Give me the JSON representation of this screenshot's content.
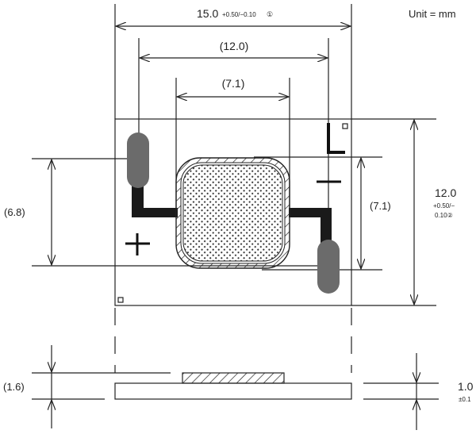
{
  "unit_label": "Unit = mm",
  "dimensions": {
    "overall_width": {
      "value": "15.0",
      "tolerance": "+0.50/−0.10",
      "note": "①"
    },
    "pad_span": "(12.0)",
    "core_width": "(7.1)",
    "left_height": "(6.8)",
    "core_height": "(7.1)",
    "overall_height": {
      "value": "12.0",
      "tolerance_line1": "+0.50/−",
      "tolerance_line2": "0.10②"
    },
    "total_thickness": "(1.6)",
    "board_thickness": {
      "value": "1.0",
      "tolerance": "±0.1"
    }
  },
  "colors": {
    "line": "#222222",
    "pad": "#6b6b6b",
    "trace": "#1a1a1a"
  }
}
